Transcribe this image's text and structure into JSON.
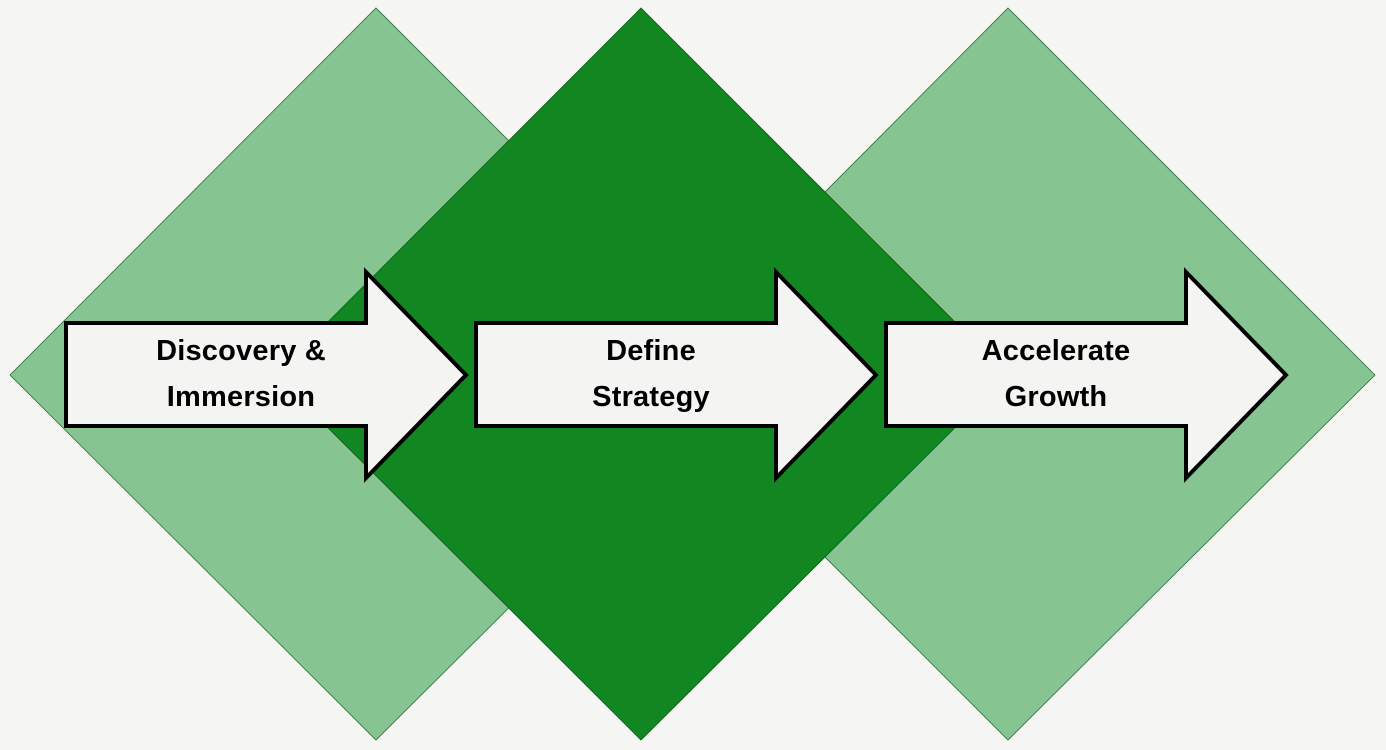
{
  "diagram": {
    "steps": [
      {
        "line1": "Discovery &",
        "line2": "Immersion",
        "diamond_color": "#86c592"
      },
      {
        "line1": "Define",
        "line2": "Strategy",
        "diamond_color": "#118621"
      },
      {
        "line1": "Accelerate",
        "line2": "Growth",
        "diamond_color": "#86c592"
      }
    ],
    "arrow_fill": "#f4f4f3",
    "arrow_stroke": "#000000"
  }
}
